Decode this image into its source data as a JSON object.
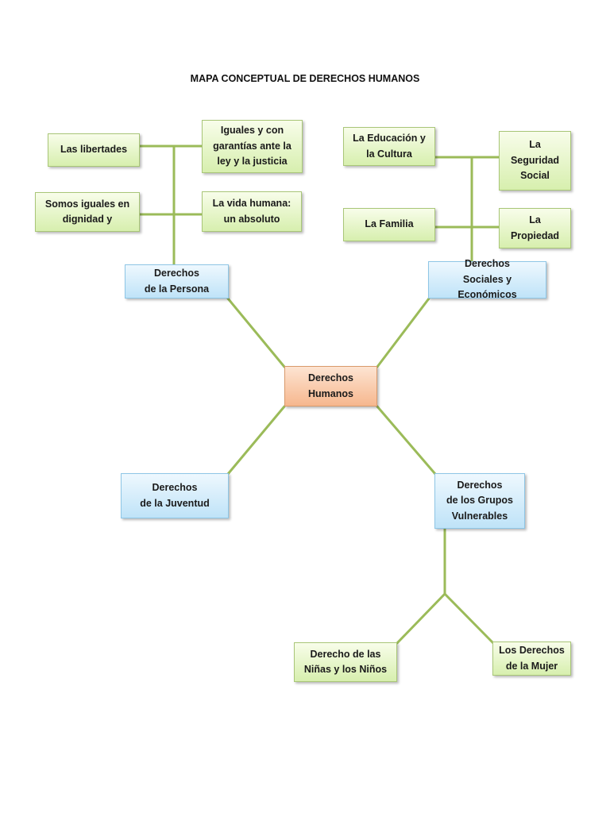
{
  "title": "MAPA CONCEPTUAL DE DERECHOS HUMANOS",
  "colors": {
    "connector": "#9bbb59",
    "leaf_fill": "#d7efae",
    "category_fill": "#bfe3f8",
    "center_fill": "#f6b78e"
  },
  "nodes": {
    "center": "Derechos\nHumanos",
    "persona": "Derechos\nde la Persona",
    "sociales": "Derechos\nSociales y Económicos",
    "juventud": "Derechos\nde la Juventud",
    "vulnerables": "Derechos\nde los Grupos\nVulnerables",
    "libertades": "Las libertades",
    "iguales_garantias": "Iguales y con\ngarantías ante la\nley y la justicia",
    "somos_iguales": "Somos iguales en\ndignidad y",
    "vida_humana": "La vida humana:\nun absoluto",
    "educacion": "La Educación y\nla Cultura",
    "seguridad_social": "La\nSeguridad\nSocial",
    "familia": "La Familia",
    "propiedad": "La\nPropiedad",
    "ninas_ninos": "Derecho de las\nNiñas y los Niños",
    "mujer": "Los Derechos\nde la Mujer"
  }
}
